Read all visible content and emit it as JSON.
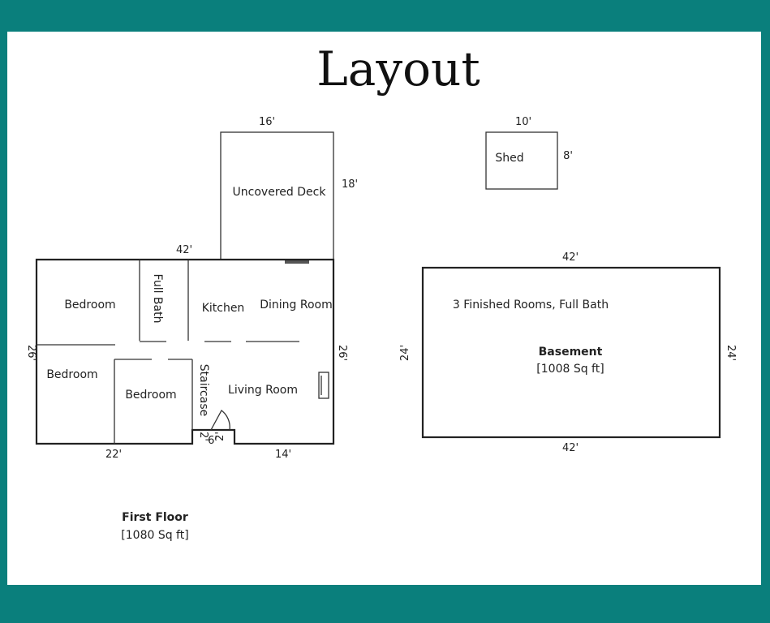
{
  "title": "Layout",
  "first_floor": {
    "name": "First Floor",
    "area": "[1080 Sq ft]",
    "rooms": {
      "bedroom_1": "Bedroom",
      "bedroom_2": "Bedroom",
      "bedroom_3": "Bedroom",
      "full_bath": "Full Bath",
      "kitchen": "Kitchen",
      "dining_room": "Dining Room",
      "living_room": "Living Room",
      "staircase": "Staircase"
    },
    "dims": {
      "top": "42'",
      "left": "26'",
      "right": "26'",
      "bottom_left": "22'",
      "bottom_right": "14'",
      "stair_width": "6'",
      "stair_depth": "2'"
    }
  },
  "deck": {
    "name": "Uncovered Deck",
    "width": "16'",
    "depth": "18'"
  },
  "shed": {
    "name": "Shed",
    "width": "10'",
    "depth": "8'"
  },
  "basement": {
    "name": "Basement",
    "area": "[1008 Sq ft]",
    "note": "3 Finished Rooms, Full Bath",
    "dims": {
      "top": "42'",
      "bottom": "42'",
      "left": "24'",
      "right": "24'"
    }
  }
}
